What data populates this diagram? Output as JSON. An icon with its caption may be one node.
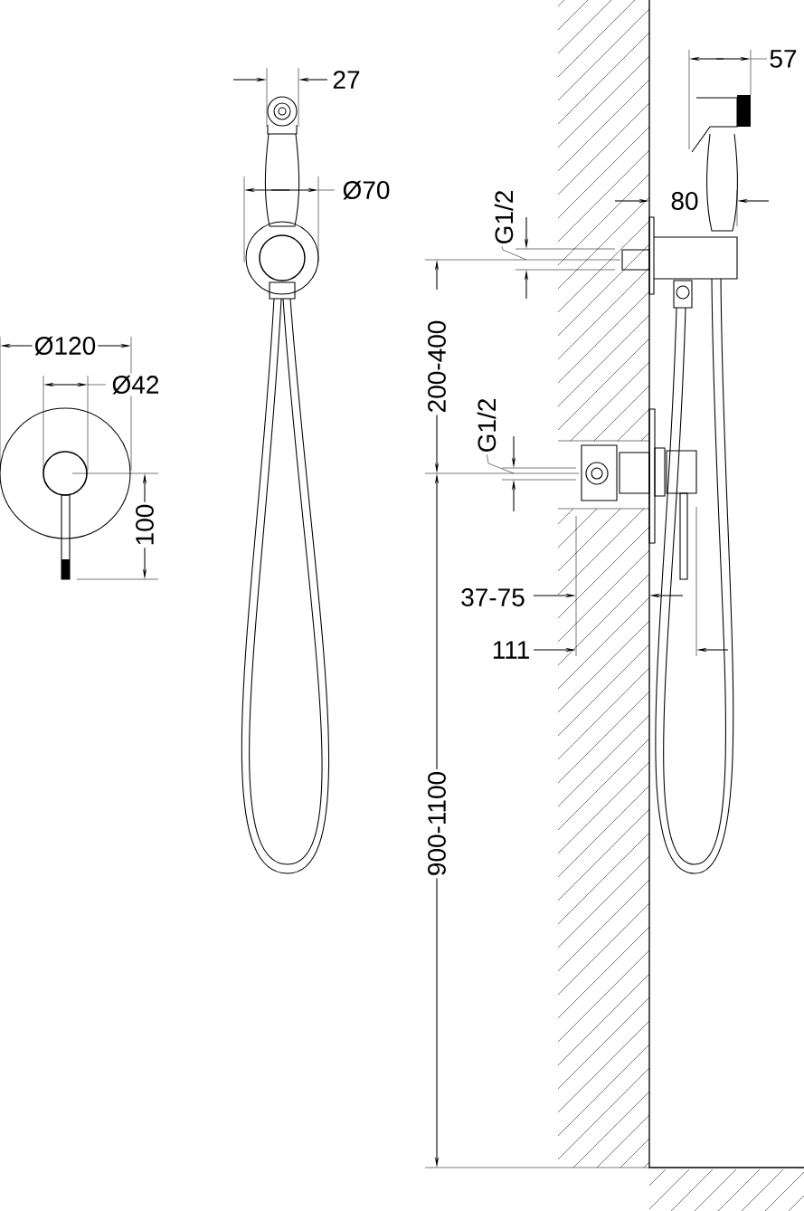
{
  "diagram": {
    "labels": [
      "57",
      "27",
      "Ø70",
      "80",
      "G1/2",
      "Ø120",
      "200-400",
      "Ø42",
      "G1/2",
      "100",
      "37-75",
      "111",
      "900-1100"
    ]
  }
}
